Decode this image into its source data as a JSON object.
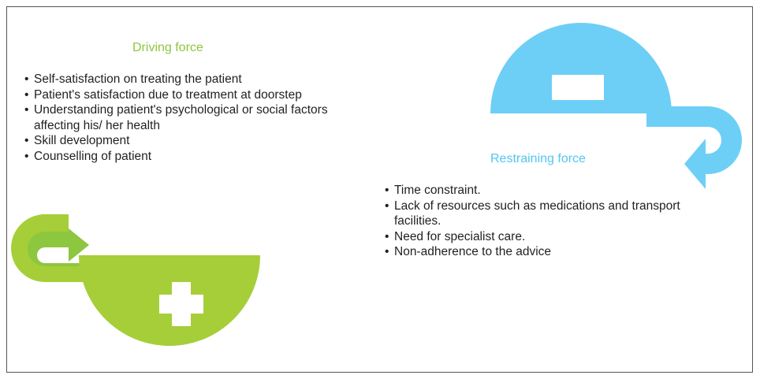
{
  "colors": {
    "driving_accent": "#8dc63f",
    "restraining_accent": "#52c5f0",
    "text": "#231f20"
  },
  "driving": {
    "heading": "Driving force",
    "icon": "plus-icon",
    "items": [
      "Self-satisfaction on treating the patient",
      "Patient's satisfaction due to treatment at doorstep",
      "Understanding patient's psychological or social factors affecting his/ her health",
      "Skill development",
      "Counselling of patient"
    ]
  },
  "restraining": {
    "heading": "Restraining force",
    "icon": "minus-icon",
    "items": [
      "Time constraint.",
      "Lack of resources such as medications and transport facilities.",
      "Need for specialist care.",
      "Non-adherence to the advice"
    ]
  }
}
